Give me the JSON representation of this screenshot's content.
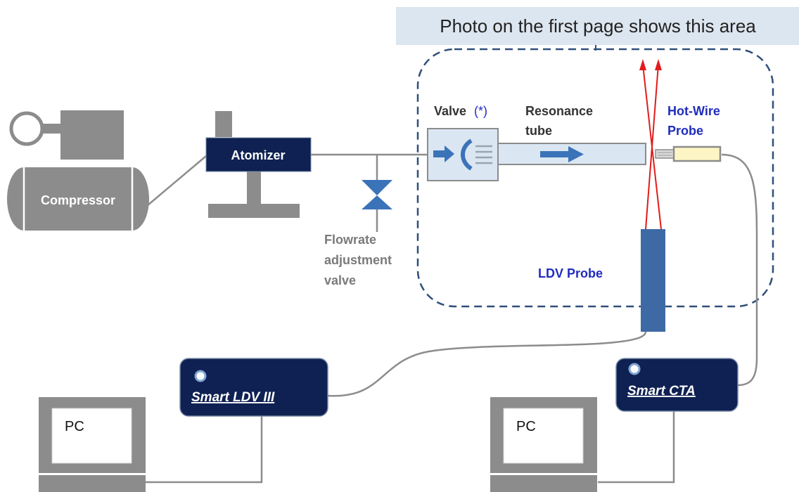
{
  "caption": "Photo on the first page shows this area",
  "compressor_label": "Compressor",
  "atomizer_label": "Atomizer",
  "flow_valve_label": [
    "Flowrate",
    "adjustment",
    "valve"
  ],
  "valve_label": "Valve",
  "valve_note": "(*)",
  "resonance_label": [
    "Resonance",
    "tube"
  ],
  "hotwire_label": [
    "Hot-Wire",
    "Probe"
  ],
  "ldv_probe_label": "LDV Probe",
  "smart_ldv_label": "Smart LDV III",
  "smart_cta_label": "Smart CTA",
  "pc_left_label": "PC",
  "pc_right_label": "PC",
  "colors": {
    "device_navy": "#0e2152",
    "equipment_gray": "#8c8c8c",
    "accent_blue": "#3b73b9",
    "label_blue": "#1f2dbd",
    "laser_red": "#e21b1b",
    "dashed_border": "#2f4f7a",
    "caption_bg": "#dce6f0"
  },
  "icons": [
    "compressor-icon",
    "atomizer-icon",
    "valve-icon",
    "ldv-probe-icon",
    "hot-wire-probe-icon",
    "pc-icon",
    "laser-beam-icon"
  ]
}
